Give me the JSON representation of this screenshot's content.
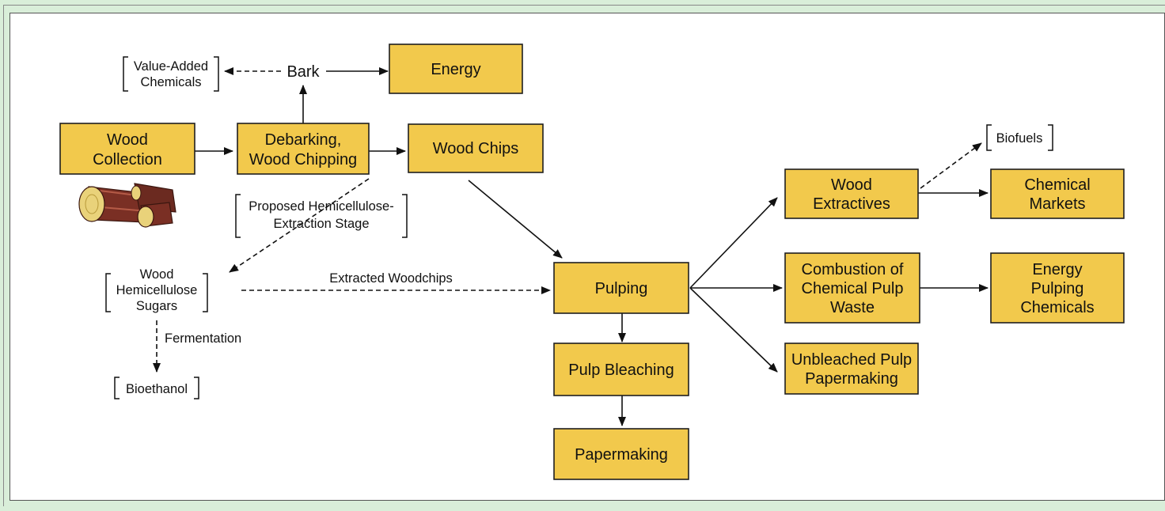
{
  "nodes": {
    "wood_collection": [
      "Wood",
      "Collection"
    ],
    "debarking": [
      "Debarking,",
      "Wood Chipping"
    ],
    "energy": [
      "Energy"
    ],
    "wood_chips": [
      "Wood Chips"
    ],
    "pulping": [
      "Pulping"
    ],
    "pulp_bleaching": [
      "Pulp Bleaching"
    ],
    "papermaking": [
      "Papermaking"
    ],
    "wood_extractives": [
      "Wood",
      "Extractives"
    ],
    "chemical_markets": [
      "Chemical",
      "Markets"
    ],
    "combustion": [
      "Combustion of",
      "Chemical Pulp",
      "Waste"
    ],
    "energy_pulping": [
      "Energy",
      "Pulping",
      "Chemicals"
    ],
    "unbleached": [
      "Unbleached Pulp",
      "Papermaking"
    ]
  },
  "labels": {
    "bark": "Bark",
    "value_added": [
      "Value-Added",
      "Chemicals"
    ],
    "proposed": [
      "Proposed Hemicellulose-",
      "Extraction Stage"
    ],
    "hemicellulose": [
      "Wood",
      "Hemicellulose",
      "Sugars"
    ],
    "extracted_woodchips": "Extracted Woodchips",
    "fermentation": "Fermentation",
    "bioethanol": "Bioethanol",
    "biofuels": "Biofuels"
  },
  "colors": {
    "box_fill": "#f2c94c",
    "background": "#d9eed9"
  }
}
